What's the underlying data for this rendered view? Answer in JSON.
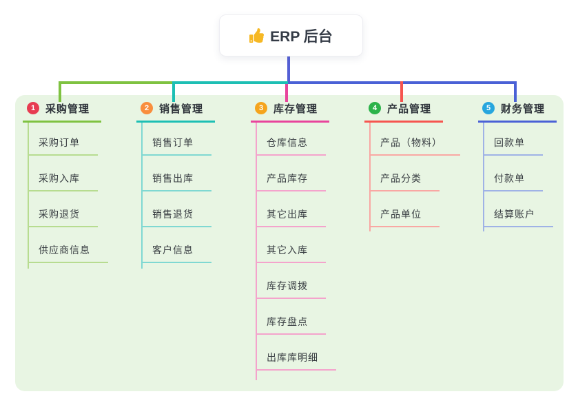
{
  "root_node": {
    "label": "ERP 后台",
    "icon": "thumbs-up"
  },
  "colors": {
    "panel_bg": "#e8f5e3",
    "stem": "#545fd5",
    "title_text": "#2f343b",
    "child_text": "#383d42"
  },
  "branches": [
    {
      "number": "1",
      "title": "采购管理",
      "badge_color": "#e73c51",
      "line_color": "#7fc241",
      "child_line_color": "#b7dc90",
      "children": [
        "采购订单",
        "采购入库",
        "采购退货",
        "供应商信息"
      ]
    },
    {
      "number": "2",
      "title": "销售管理",
      "badge_color": "#f98e3e",
      "line_color": "#1dbfb4",
      "child_line_color": "#7fd8d2",
      "children": [
        "销售订单",
        "销售出库",
        "销售退货",
        "客户信息"
      ]
    },
    {
      "number": "3",
      "title": "库存管理",
      "badge_color": "#f5a41d",
      "line_color": "#e8449c",
      "child_line_color": "#f4a3cc",
      "children": [
        "仓库信息",
        "产品库存",
        "其它出库",
        "其它入库",
        "库存调拨",
        "库存盘点",
        "出库库明细"
      ]
    },
    {
      "number": "4",
      "title": "产品管理",
      "badge_color": "#2cb34a",
      "line_color": "#f6554f",
      "child_line_color": "#f9a7a3",
      "children": [
        "产品（物料）",
        "产品分类",
        "产品单位"
      ]
    },
    {
      "number": "5",
      "title": "财务管理",
      "badge_color": "#27a6de",
      "line_color": "#4a61d6",
      "child_line_color": "#9fb2e6",
      "children": [
        "回款单",
        "付款单",
        "结算账户"
      ]
    }
  ]
}
